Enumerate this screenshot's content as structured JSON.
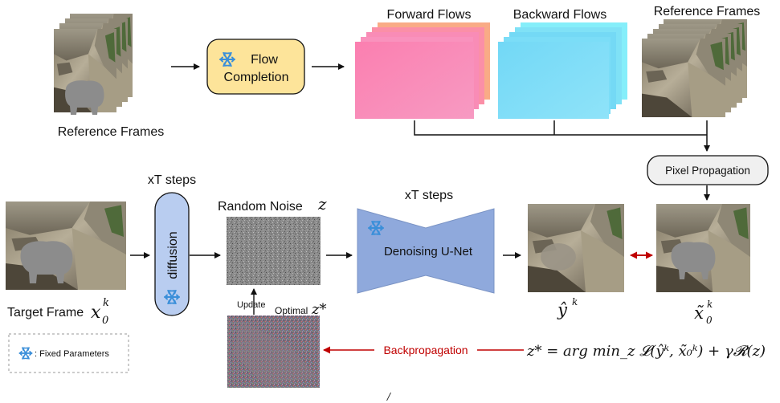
{
  "labels": {
    "reference_frames_left": "Reference Frames",
    "flow_completion_line1": "Flow",
    "flow_completion_line2": "Completion",
    "forward_flows": "Forward Flows",
    "backward_flows": "Backward Flows",
    "reference_frames_right": "Reference Frames",
    "pixel_propagation": "Pixel Propagation",
    "xt_steps_left": "xT steps",
    "xt_steps_right": "xT steps",
    "diffusion": "diffusion",
    "random_noise": "Random Noise",
    "random_noise_symbol": "z",
    "denoising_unet": "Denoising U-Net",
    "target_frame": "Target Frame",
    "target_frame_symbol": "x",
    "target_frame_sup": "k",
    "target_frame_sub": "0",
    "y_hat": "ŷ",
    "y_hat_sup": "k",
    "x_tilde": "x̃",
    "x_tilde_sup": "k",
    "x_tilde_sub": "0",
    "update": "Update",
    "optimal": "Optimal",
    "optimal_symbol": "z*",
    "backpropagation": "Backpropagation",
    "equation": "z* = arg min_z 𝓛(ŷᵏ, x̃₀ᵏ) + γ𝓡(z)",
    "fixed_parameters": ": Fixed Parameters",
    "bottom_mark": "/"
  },
  "icons": {
    "frozen": "snowflake-icon"
  },
  "colors": {
    "flow_completion_fill": "#fde49a",
    "forward_flow": "#f77fb2",
    "backward_flow": "#78d9f5",
    "unet_fill": "#8fa9dc",
    "diffusion_fill": "#b9cdf0",
    "pixel_prop_fill": "#f0f0f0",
    "snowflake": "#3b8fd9",
    "backprop_arrow": "#c00000",
    "compare_arrow": "#c00000"
  }
}
